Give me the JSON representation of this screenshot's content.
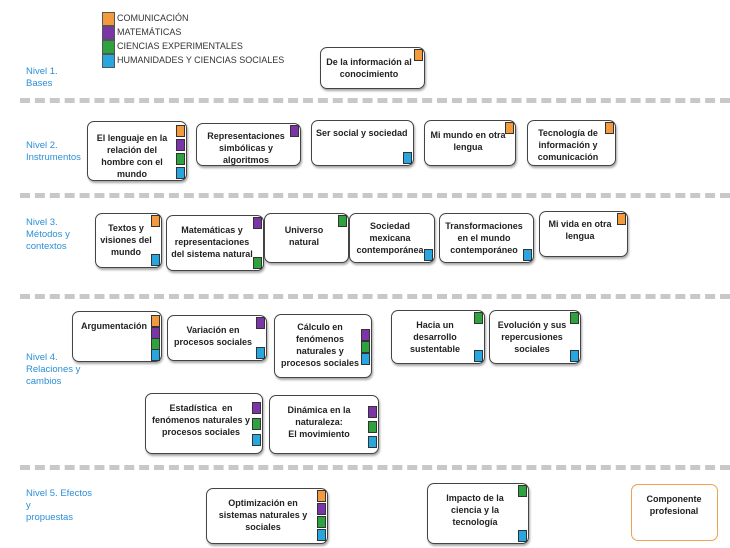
{
  "colors": {
    "comunicacion": "#f39a3c",
    "matematicas": "#7b35a8",
    "ciencias": "#2ea23f",
    "humanidades": "#27a6df",
    "level_text": "#2a8fd6",
    "profesional_border": "#f0a050"
  },
  "legend": {
    "comunicacion": "COMUNICACIÓN",
    "matematicas": "MATEMÁTICAS",
    "ciencias": "CIENCIAS EXPERIMENTALES",
    "humanidades": "HUMANIDADES Y CIENCIAS SOCIALES"
  },
  "levels": {
    "n1": "Nivel 1.\nBases",
    "n2": "Nivel 2.\nInstrumentos",
    "n3": "Nivel 3.\nMétodos y\ncontextos",
    "n4": "Nivel 4.\nRelaciones y\ncambios",
    "n5": "Nivel 5. Efectos\ny\npropuestas"
  },
  "boxes": {
    "info": "De la información al\nconocimiento",
    "lenguaje": "El lenguaje en la\nrelación del\nhombre con el\nmundo",
    "representaciones": "Representaciones\nsimbólicas y\nalgoritmos",
    "ser_social": "Ser social y sociedad",
    "mi_mundo": "Mi mundo en otra\nlengua",
    "tecnologia": "Tecnología de\ninformación y\ncomunicación",
    "textos": "Textos y\nvisiones del\nmundo",
    "matematicas_rep": "Matemáticas y\nrepresentaciones\ndel sistema natural",
    "universo": "Universo\nnatural",
    "sociedad_mex": "Sociedad\nmexicana\ncontemporánea",
    "transformaciones": "Transformaciones\nen el mundo\ncontemporáneo",
    "mi_vida": "Mi vida en otra\nlengua",
    "argumentacion": "Argumentación",
    "variacion": "Variación en\nprocesos sociales",
    "calculo": "Cálculo en\nfenómenos\nnaturales y\nprocesos sociales",
    "desarrollo": "Hacia un\ndesarrollo\nsustentable",
    "evolucion": "Evolución y sus\nrepercusiones\nsociales",
    "estadistica": "Estadística  en\nfenómenos naturales y\nprocesos sociales",
    "dinamica": "Dinámica en la\nnaturaleza:\nEl movimiento",
    "optimizacion": "Optimización en\nsistemas naturales y\nsociales",
    "impacto": "Impacto de la\nciencia y la\ntecnología",
    "profesional": "Componente\nprofesional"
  }
}
